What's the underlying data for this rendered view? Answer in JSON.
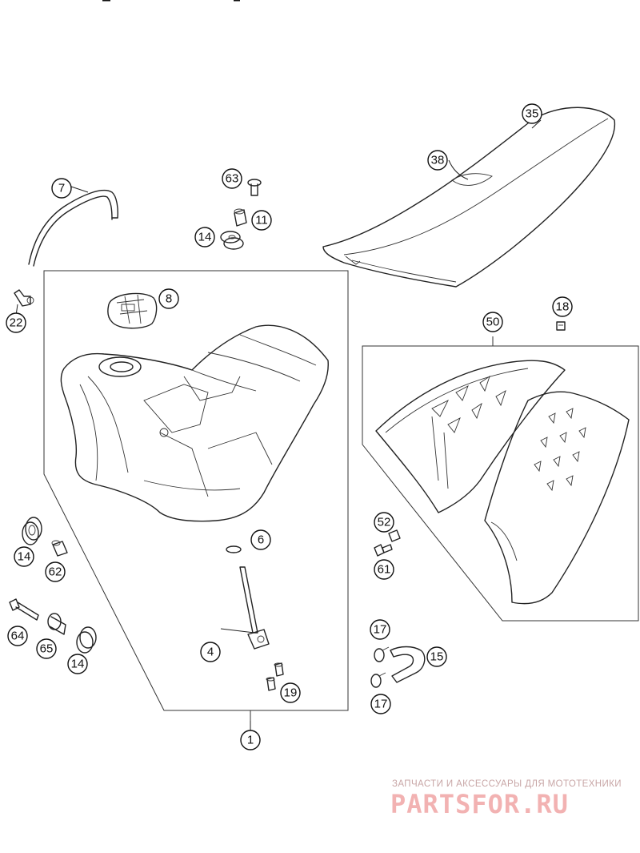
{
  "callouts": [
    {
      "label": "35",
      "part": "seat"
    },
    {
      "label": "38",
      "part": "seat-strap"
    },
    {
      "label": "63",
      "part": "screw"
    },
    {
      "label": "11",
      "part": "spacer"
    },
    {
      "label": "14",
      "part": "rubber-bushing"
    },
    {
      "label": "7",
      "part": "breather-hose"
    },
    {
      "label": "22",
      "part": "hose-fitting"
    },
    {
      "label": "8",
      "part": "fuel-cap"
    },
    {
      "label": "18",
      "part": "screw"
    },
    {
      "label": "50",
      "part": "tank-spoiler-set"
    },
    {
      "label": "6",
      "part": "o-ring"
    },
    {
      "label": "14",
      "part": "rubber-bushing"
    },
    {
      "label": "62",
      "part": "collar-bushing"
    },
    {
      "label": "52",
      "part": "washer"
    },
    {
      "label": "61",
      "part": "screw"
    },
    {
      "label": "4",
      "part": "fuel-tap"
    },
    {
      "label": "64",
      "part": "bolt"
    },
    {
      "label": "65",
      "part": "spacer"
    },
    {
      "label": "14",
      "part": "rubber-bushing"
    },
    {
      "label": "17",
      "part": "hose-clamp"
    },
    {
      "label": "15",
      "part": "fuel-hose"
    },
    {
      "label": "17",
      "part": "hose-clamp"
    },
    {
      "label": "19",
      "part": "screw"
    },
    {
      "label": "1",
      "part": "fuel-tank-assembly"
    }
  ],
  "watermark": {
    "subtitle": "ЗАПЧАСТИ И АКСЕССУАРЫ ДЛЯ МОТОТЕХНИКИ",
    "logo": "PARTSFOR.RU"
  }
}
